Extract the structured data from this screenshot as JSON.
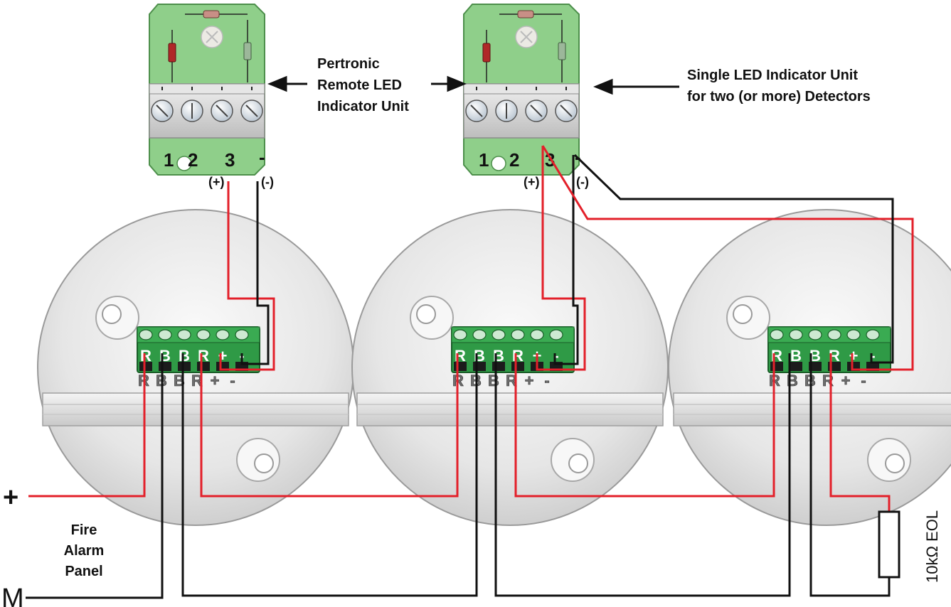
{
  "labels": {
    "indicator_unit": [
      "Pertronic",
      "Remote LED",
      "Indicator Unit"
    ],
    "single_led": [
      "Single LED Indicator Unit",
      "for two (or more) Detectors"
    ],
    "panel": [
      "Fire",
      "Alarm",
      "Panel"
    ],
    "plus": "+",
    "minus": "M",
    "eol": "10kΩ EOL"
  },
  "led_unit": {
    "terminal_numbers": [
      "1",
      "2",
      "3",
      "-"
    ],
    "polarity": [
      "(+)",
      "(-)"
    ]
  },
  "detector": {
    "block_terminals": [
      "R",
      "B",
      "B",
      "R",
      "+",
      "-"
    ],
    "base_terminals": [
      "R",
      "B",
      "B",
      "R",
      "+",
      "-"
    ]
  },
  "colors": {
    "red_wire": "#e3202a",
    "black_wire": "#111111",
    "pcb": "#8fcf8a",
    "terminal_block": "#2f9a46",
    "base_gray": "#e4e4e4"
  }
}
